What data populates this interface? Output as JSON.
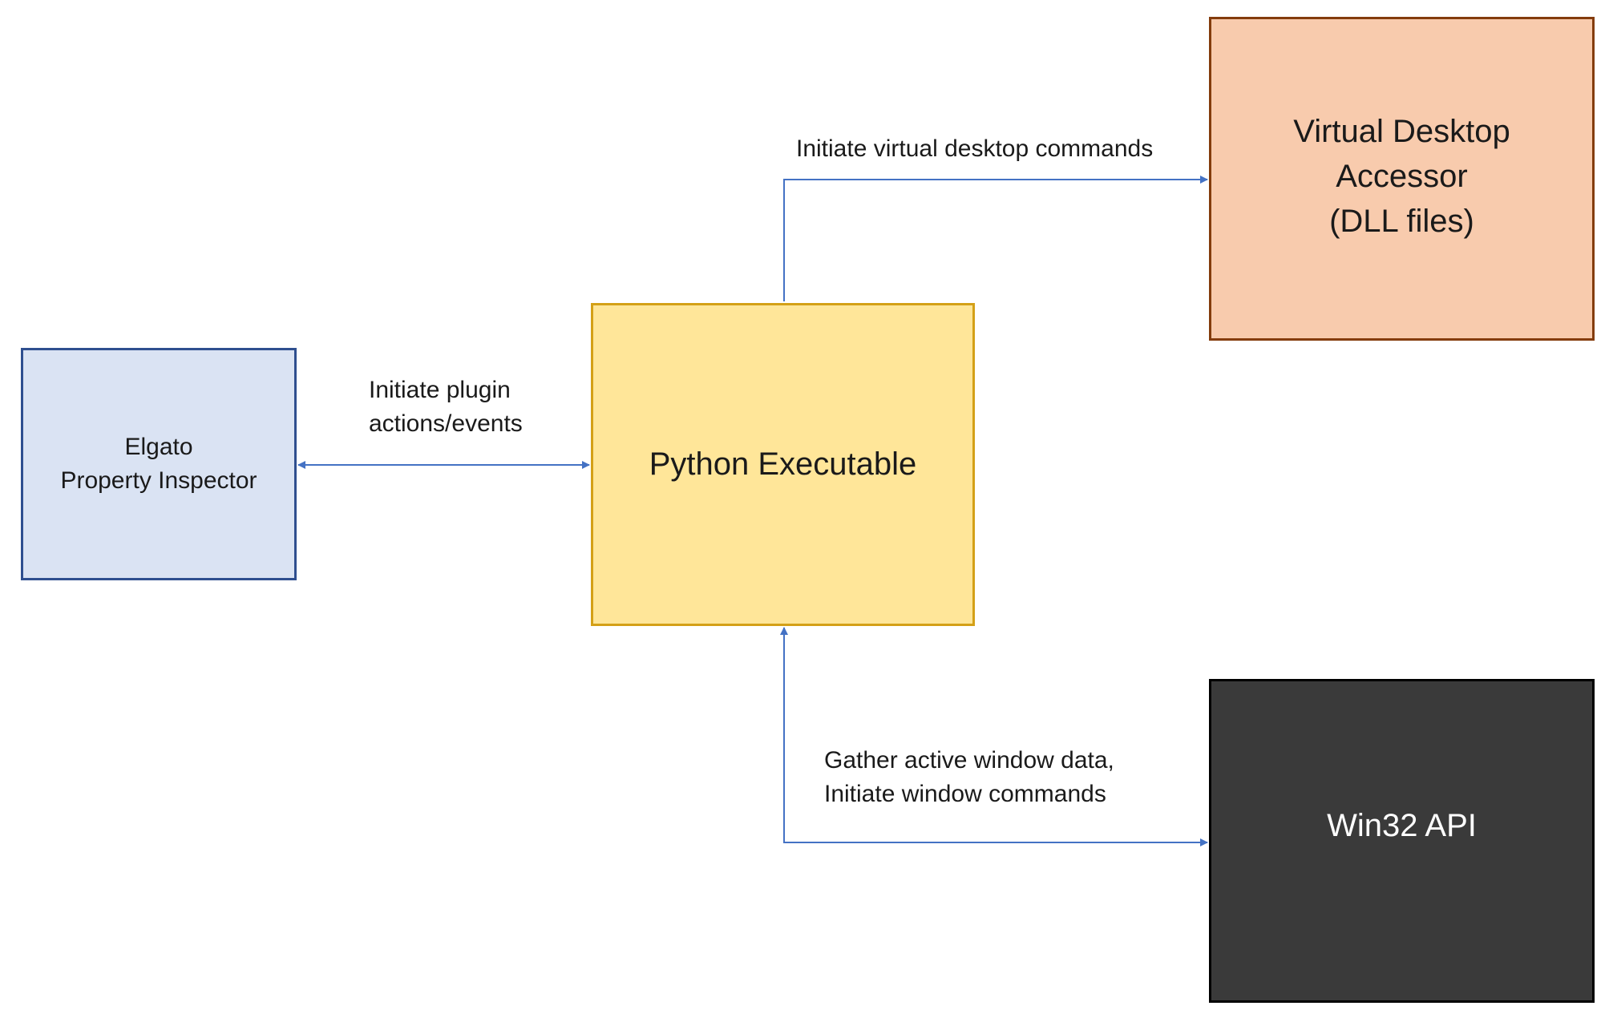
{
  "diagram": {
    "nodes": {
      "elgato": {
        "lines": [
          "Elgato",
          "Property Inspector"
        ]
      },
      "python": {
        "lines": [
          "Python Executable"
        ]
      },
      "vda": {
        "lines": [
          "Virtual Desktop",
          "Accessor",
          "(DLL files)"
        ]
      },
      "win32": {
        "lines": [
          "Win32 API"
        ]
      }
    },
    "edges": {
      "plugin": {
        "lines": [
          "Initiate plugin",
          "actions/events"
        ],
        "direction": "bidirectional"
      },
      "vdc": {
        "lines": [
          "Initiate virtual desktop commands"
        ],
        "direction": "python-to-vda"
      },
      "win": {
        "lines": [
          "Gather active window data,",
          "Initiate window commands"
        ],
        "direction": "bidirectional"
      }
    },
    "colors": {
      "connector": "#4472c4",
      "elgato_fill": "#dae3f3",
      "python_fill": "#ffe699",
      "vda_fill": "#f8cbad",
      "win32_fill": "#3a3a3a"
    }
  }
}
